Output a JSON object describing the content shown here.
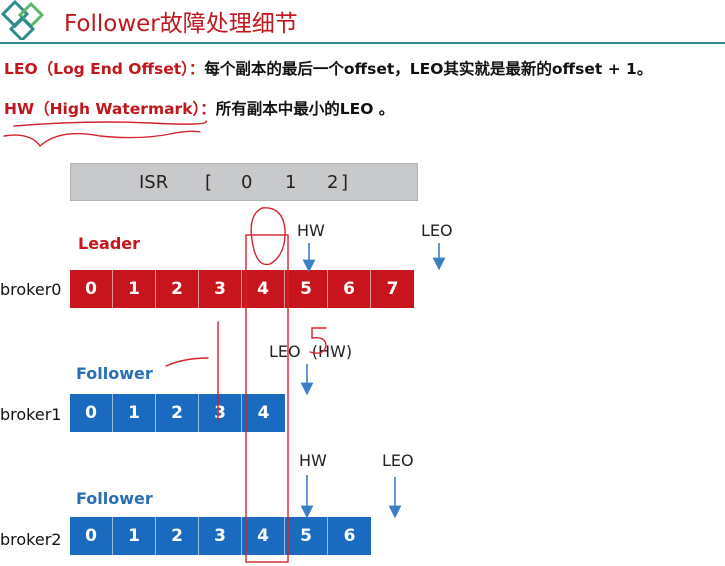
{
  "slide": {
    "title": "Follower故障处理细节",
    "definitions": [
      {
        "term": "LEO（Log End Offset）：",
        "text": "每个副本的最后一个offset，LEO其实就是最新的offset + 1。"
      },
      {
        "term": "HW（High Watermark）：",
        "text": "所有副本中最小的LEO 。"
      }
    ]
  },
  "isr": {
    "label": "ISR",
    "open": "[",
    "members": [
      "0",
      "1",
      "2"
    ],
    "close": "]"
  },
  "leader": {
    "role": "Leader",
    "broker": "broker0",
    "offsets": [
      "0",
      "1",
      "2",
      "3",
      "4",
      "5",
      "6",
      "7"
    ],
    "hw_label": "HW",
    "leo_label": "LEO"
  },
  "follower1": {
    "role": "Follower",
    "broker": "broker1",
    "offsets": [
      "0",
      "1",
      "2",
      "3",
      "4"
    ],
    "marker_label": "LEO",
    "marker_suffix": "(HW)"
  },
  "follower2": {
    "role": "Follower",
    "broker": "broker2",
    "offsets": [
      "0",
      "1",
      "2",
      "3",
      "4",
      "5",
      "6"
    ],
    "hw_label": "HW",
    "leo_label": "LEO"
  },
  "handwriting": {
    "annotation": "5"
  },
  "colors": {
    "title": "#c0161c",
    "leader": "#c8141c",
    "follower": "#1a6bbf",
    "role_follower": "#2a6fb5",
    "arrow": "#3b7fc4",
    "ink": "#d4232a"
  }
}
